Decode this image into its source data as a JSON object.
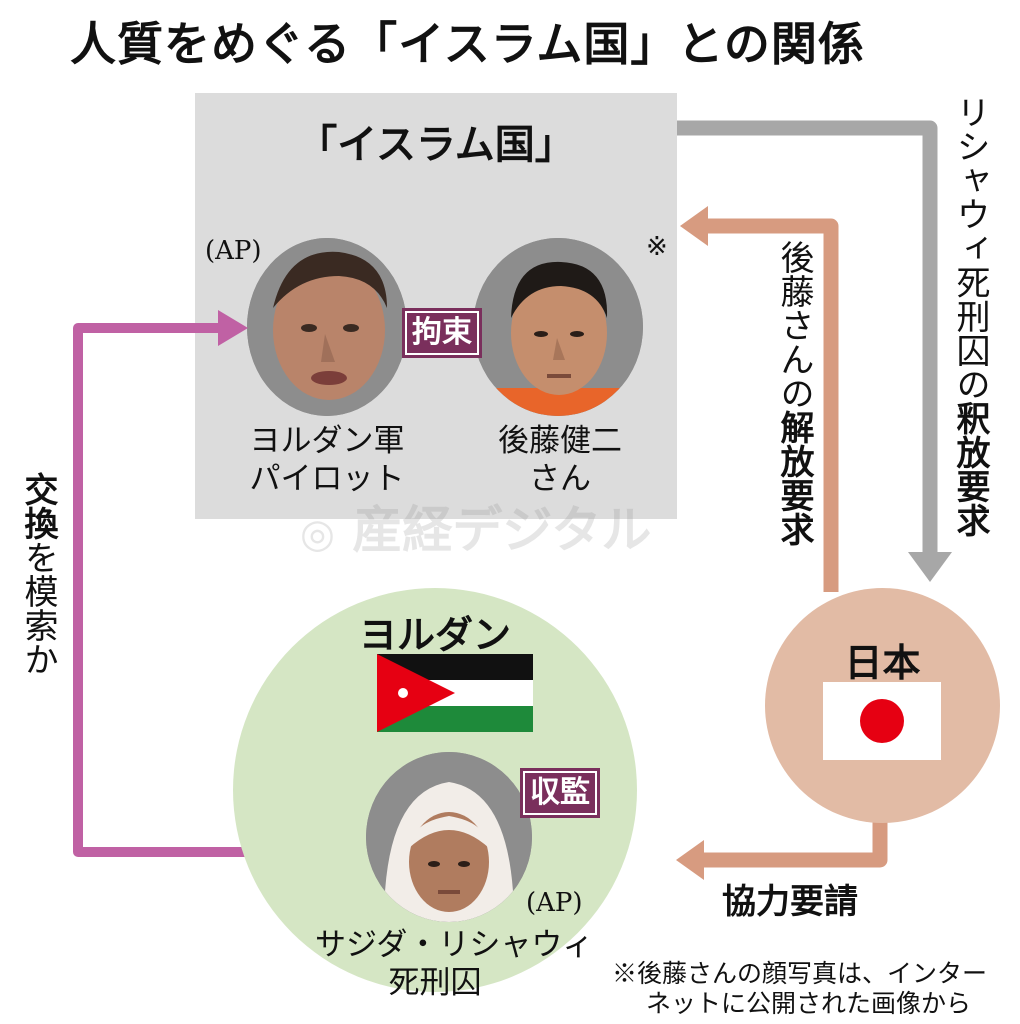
{
  "title": "人質をめぐる「イスラム国」との関係",
  "isis": {
    "label": "「イスラム国」",
    "badge": "拘束",
    "pilot_label_1": "ヨルダン軍",
    "pilot_label_2": "パイロット",
    "pilot_credit": "(AP)",
    "goto_label_1": "後藤健二",
    "goto_label_2": "さん",
    "goto_mark": "※"
  },
  "jordan": {
    "label": "ヨルダン",
    "badge": "収監",
    "prisoner_label_1": "サジダ・リシャウィ",
    "prisoner_label_2": "死刑囚",
    "prisoner_credit": "(AP)"
  },
  "japan": {
    "label": "日本"
  },
  "edges": {
    "exchange_bold": "交換",
    "exchange_rest": "を模索か",
    "release_plain": "後藤さんの",
    "release_bold": "解放要求",
    "freedom_plain": "リシャウィ死刑囚の",
    "freedom_bold": "釈放要求",
    "cooperation": "協力要請"
  },
  "note": {
    "line1": "※後藤さんの顔写真は、インター",
    "line2": "ネットに公開された画像から"
  },
  "watermark": "産経デジタル",
  "colors": {
    "isis_box": "#dcdcdc",
    "jordan_circle": "#d5e6c4",
    "japan_circle": "#e2bba5",
    "badge": "#7a2f5c",
    "arrow_gray": "#a7a7a7",
    "arrow_salmon": "#d79b80",
    "arrow_magenta": "#c061a4",
    "flag_red": "#e60012"
  }
}
